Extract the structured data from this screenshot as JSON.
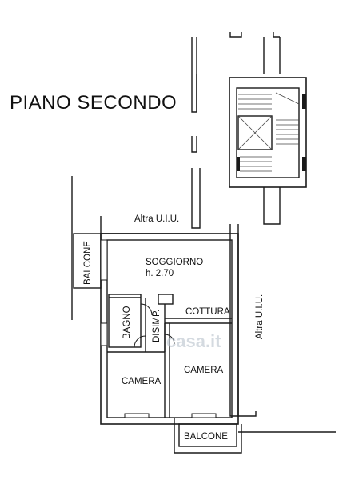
{
  "title": "PIANO SECONDO",
  "rooms": {
    "soggiorno": "SOGGIORNO",
    "height": "h. 2.70",
    "cottura": "COTTURA",
    "bagno": "BAGNO",
    "disimp": "DISIMP.",
    "camera_left": "CAMERA",
    "camera_right": "CAMERA",
    "balcone_left": "BALCONE",
    "balcone_bottom": "BALCONE"
  },
  "neighbors": {
    "top": "Altra U.I.U.",
    "right": "Altra U.I.U."
  },
  "watermark": "casa.it",
  "colors": {
    "wall": "#1a1a1a",
    "background": "#ffffff",
    "watermark": "#b9c2cc"
  }
}
